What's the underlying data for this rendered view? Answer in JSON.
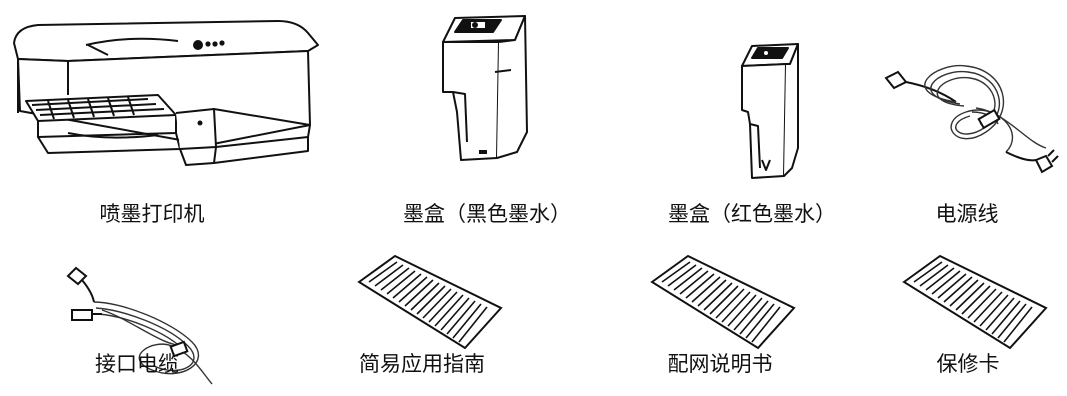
{
  "items": [
    {
      "label": "喷墨打印机",
      "icon": "inkjet-printer-icon"
    },
    {
      "label": "墨盒（黑色墨水）",
      "icon": "ink-cartridge-black-icon"
    },
    {
      "label": "墨盒（红色墨水）",
      "icon": "ink-cartridge-red-icon"
    },
    {
      "label": "电源线",
      "icon": "power-cord-icon"
    },
    {
      "label": "接口电缆",
      "icon": "interface-cable-icon"
    },
    {
      "label": "简易应用指南",
      "icon": "quick-guide-sheet-icon"
    },
    {
      "label": "配网说明书",
      "icon": "network-manual-sheet-icon"
    },
    {
      "label": "保修卡",
      "icon": "warranty-card-sheet-icon"
    }
  ]
}
